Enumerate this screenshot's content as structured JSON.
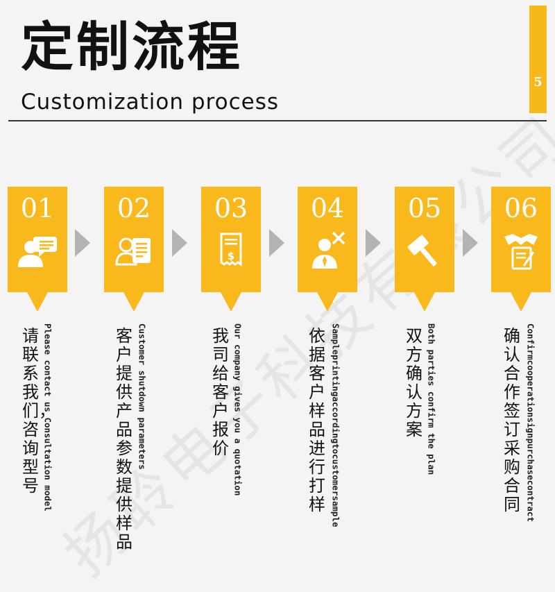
{
  "title": {
    "cn": "定制流程",
    "en": "Customization process"
  },
  "page_number": "5",
  "watermark": "扬聆电子科技有限公司",
  "colors": {
    "accent": "#f9b91c",
    "arrow": "#b3b3b3",
    "text": "#111111"
  },
  "steps": [
    {
      "num": "01",
      "icon": "customer-consult-icon",
      "cn": "请联系我们，咨询型号",
      "en": "Please contact us Consultation model"
    },
    {
      "num": "02",
      "icon": "product-parameters-icon",
      "cn": "客户提供产品参数 提供样品",
      "en": "Customer shutdown parameters"
    },
    {
      "num": "03",
      "icon": "quotation-bill-icon",
      "cn": "我司给客户报价",
      "en": "Our company gives you a quotation"
    },
    {
      "num": "04",
      "icon": "engineer-tools-icon",
      "cn": "依据客户样品进行打样",
      "en": "Sampleprintingaccordingtocustomersample"
    },
    {
      "num": "05",
      "icon": "gavel-icon",
      "cn": "双方确认方案",
      "en": "Both parties confirm the plan"
    },
    {
      "num": "06",
      "icon": "handshake-contract-icon",
      "cn": "确认合作 签订采购合同",
      "en": "Confirmcooperationsignpurchasecontract"
    }
  ]
}
